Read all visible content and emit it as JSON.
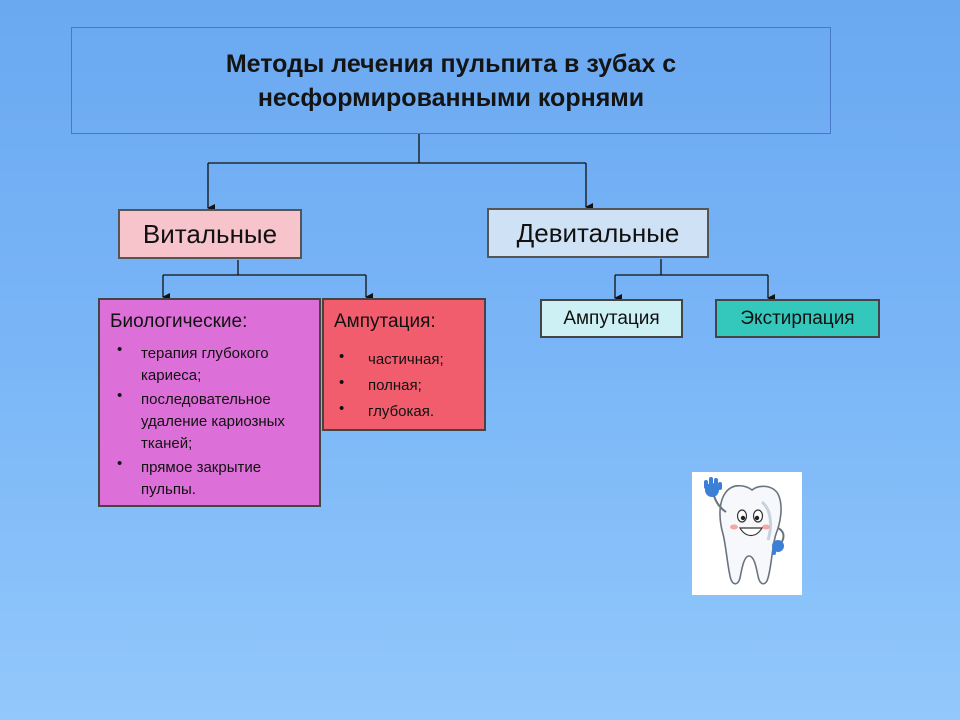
{
  "title": {
    "line1": "Методы лечения пульпита в зубах с",
    "line2": "несформированными корнями"
  },
  "vital": {
    "label": "Витальные",
    "biological": {
      "heading": "Биологические:",
      "items": [
        "терапия глубокого кариеса;",
        "последовательное удаление кариозных тканей;",
        "прямое закрытие пульпы."
      ]
    },
    "amputation": {
      "heading": "Ампутация:",
      "items": [
        "частичная;",
        "полная;",
        "глубокая."
      ]
    }
  },
  "devital": {
    "label": "Девитальные",
    "amputation": "Ампутация",
    "extirpation": "Экстирпация"
  },
  "bullet": "•",
  "colors": {
    "background": "#7ab6f7",
    "vital": "#f7c4cc",
    "devital": "#cfe2f5",
    "biological": "#dd6fd8",
    "amputation_vital": "#f25d6e",
    "amputation_devital": "#cdf0f4",
    "extirpation": "#34c7bc"
  },
  "icons": {
    "tooth": "cartoon-tooth-icon"
  }
}
